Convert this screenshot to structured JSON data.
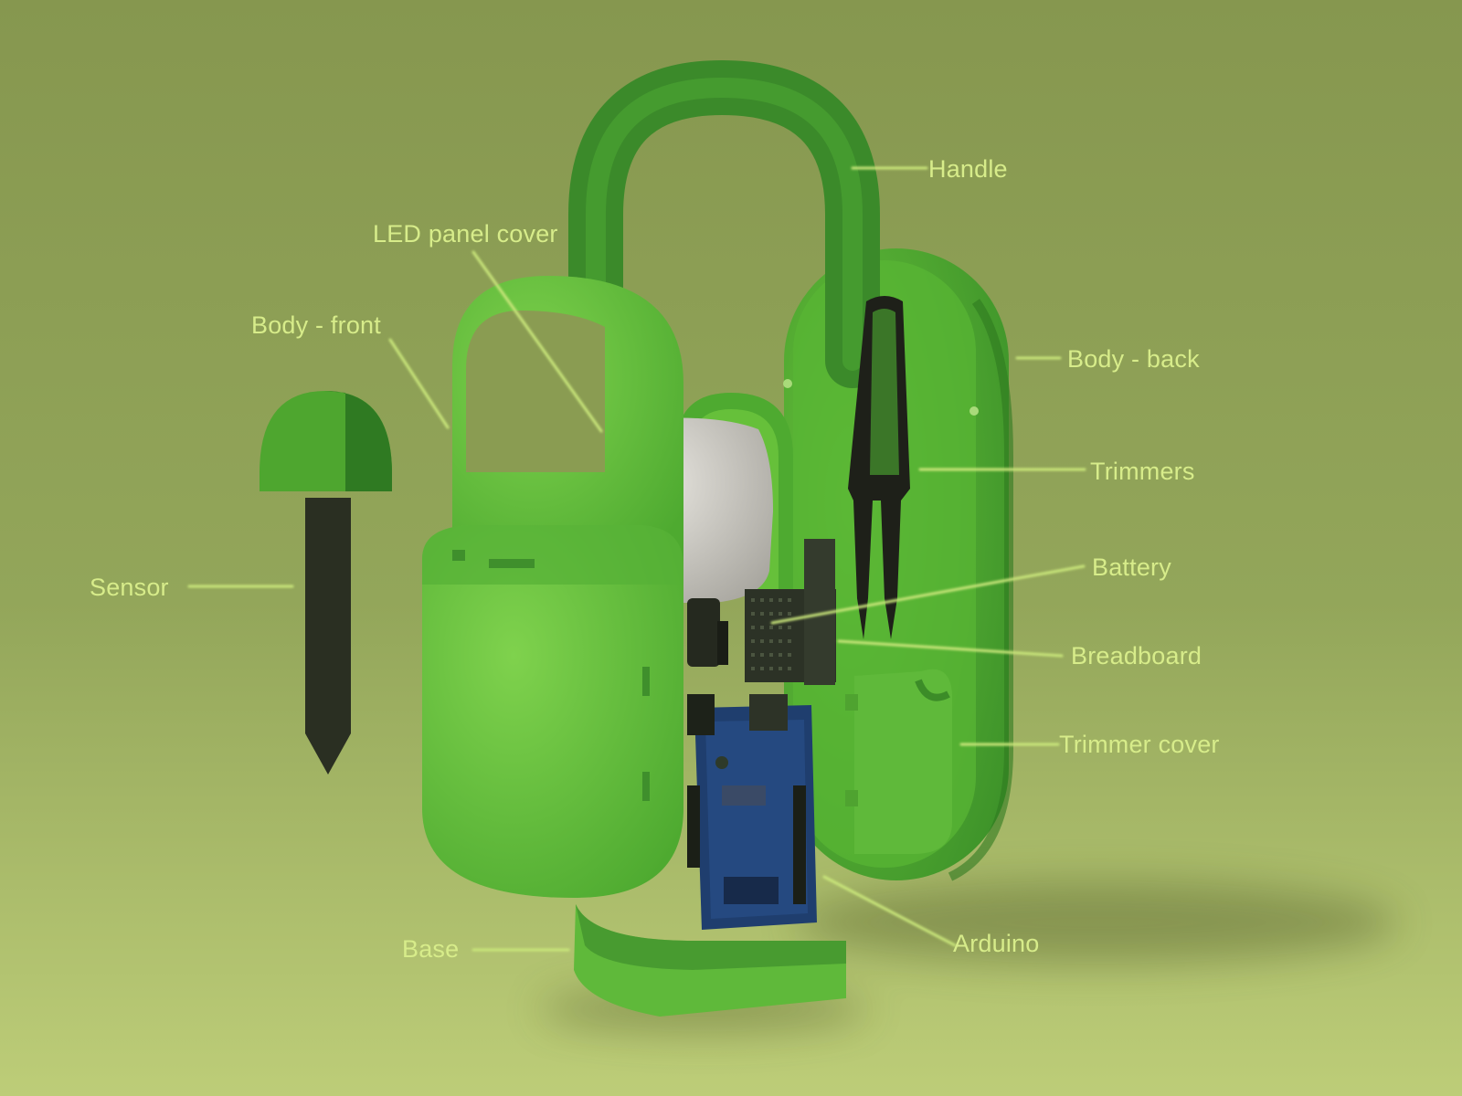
{
  "colors": {
    "background_top": "#86974f",
    "background_bottom": "#bdcd78",
    "label": "#d7ec8a",
    "leader_line": "#c9e67a",
    "part_light_green": "#6cc43e",
    "part_dark_green": "#3f9a2b",
    "handle_green": "#3f8f2c",
    "sensor_shaft": "#2a2f22",
    "battery_grey": "#d4d2cc",
    "breadboard_dark": "#2c3226",
    "arduino_blue": "#1f3e6e",
    "trimmers_black": "#1e2019"
  },
  "parts": {
    "handle": {
      "label": "Handle"
    },
    "led_panel_cover": {
      "label": "LED panel cover"
    },
    "body_front": {
      "label": "Body - front"
    },
    "body_back": {
      "label": "Body - back"
    },
    "trimmers": {
      "label": "Trimmers"
    },
    "sensor": {
      "label": "Sensor"
    },
    "battery": {
      "label": "Battery"
    },
    "breadboard": {
      "label": "Breadboard"
    },
    "trimmer_cover": {
      "label": "Trimmer cover"
    },
    "base": {
      "label": "Base"
    },
    "arduino": {
      "label": "Arduino"
    }
  }
}
